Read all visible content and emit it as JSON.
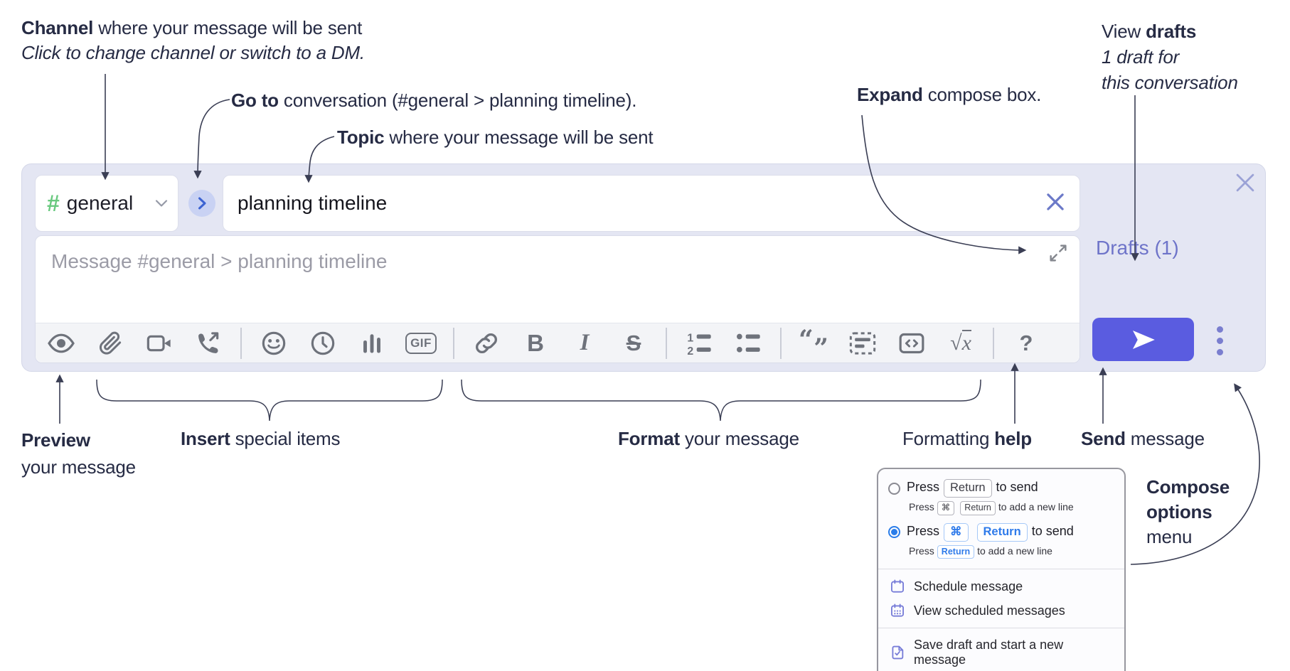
{
  "annotations": {
    "channel": {
      "bold": "Channel",
      "rest": " where your message will be sent",
      "sub": "Click to change channel or switch to a DM."
    },
    "goto": {
      "bold": "Go to",
      "rest": " conversation (#general > planning timeline)."
    },
    "topic": {
      "bold": "Topic",
      "rest": " where your message will be sent"
    },
    "expand": {
      "bold": "Expand",
      "rest": " compose box."
    },
    "view_drafts": {
      "pre": "View ",
      "bold": "drafts",
      "line2": "1 draft for",
      "line3": "this conversation"
    },
    "preview": {
      "bold": "Preview",
      "line2": "your message"
    },
    "insert": {
      "bold": "Insert",
      "rest": " special items"
    },
    "format": {
      "bold": "Format",
      "rest": " your message"
    },
    "help": {
      "pre": "Formatting ",
      "bold": "help"
    },
    "send": {
      "bold": "Send",
      "rest": " message"
    },
    "compose_options": {
      "bold1": "Compose",
      "bold2": "options",
      "line3": "menu"
    }
  },
  "compose": {
    "channel": {
      "hash": "#",
      "name": "general"
    },
    "topic": {
      "value": "planning timeline"
    },
    "message": {
      "placeholder": "Message #general > planning timeline"
    },
    "drafts_label": "Drafts (1)",
    "toolbar": {
      "icons": [
        "preview-eye",
        "attach-file",
        "video-call",
        "voice-call",
        "emoji",
        "time",
        "poll",
        "gif",
        "link",
        "bold",
        "italic",
        "strikethrough",
        "numbered-list",
        "bulleted-list",
        "quote",
        "spoiler",
        "code",
        "math",
        "help"
      ],
      "gif": "GIF",
      "bold": "B",
      "italic": "I",
      "strike": "S",
      "quote_open": "“",
      "quote_close": "”",
      "ol_1": "1",
      "ol_2": "2",
      "math_radical": "√",
      "math_var": "x",
      "help": "?"
    }
  },
  "menu": {
    "options": [
      {
        "selected": false,
        "press": "Press",
        "key": "Return",
        "after": "to send",
        "sub": {
          "press": "Press",
          "key1": "⌘",
          "key2": "Return",
          "after": "to add a new line"
        }
      },
      {
        "selected": true,
        "press": "Press",
        "key1": "⌘",
        "key2": "Return",
        "after": "to send",
        "sub": {
          "press": "Press",
          "key": "Return",
          "after": "to add a new line"
        }
      }
    ],
    "items": [
      {
        "icon": "calendar-icon",
        "label": "Schedule message"
      },
      {
        "icon": "calendar-dates-icon",
        "label": "View scheduled messages"
      },
      {
        "icon": "save-draft-icon",
        "label": "Save draft and start a new message"
      }
    ]
  },
  "colors": {
    "compose_bg": "#e4e6f3",
    "send_button": "#5a5ce0",
    "drafts_link": "#6e74c9",
    "channel_hash_green": "#69c97f",
    "radio_selected_blue": "#2b7de9",
    "menu_icon_purple": "#777cd8",
    "toolbar_icon_gray": "#6e727b",
    "annotation_text": "#262b44"
  }
}
